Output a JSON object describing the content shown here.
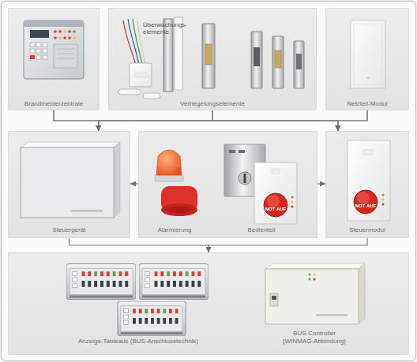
{
  "diagram": {
    "nodes": [
      {
        "text": [
          "Brandmelderzentrale"
        ]
      },
      {
        "text": [
          "Verriegelungselemente"
        ]
      },
      {
        "text": [
          "Netzteil-Modul"
        ]
      },
      {
        "text": [
          "Steuergerät"
        ]
      },
      {
        "text": [
          "Alarmierung",
          "Bedienteil"
        ]
      },
      {
        "text": [
          "Steuermodul"
        ]
      },
      {
        "text": [
          "Anzeige-Tableaus (BUS-Anschlusstechnik)",
          "BUS-Controller (WINMAG-Anbindung)"
        ]
      }
    ],
    "edges": [
      {
        "from": 0,
        "to": 3,
        "arrow": "to"
      },
      {
        "from": 0,
        "to": 5,
        "arrow": "to"
      },
      {
        "from": 1,
        "to": 3,
        "arrow": "to"
      },
      {
        "from": 1,
        "to": 5,
        "arrow": "to"
      },
      {
        "from": 2,
        "to": 3,
        "arrow": "to"
      },
      {
        "from": 2,
        "to": 5,
        "arrow": "to"
      },
      {
        "from": 4,
        "to": 3,
        "arrow": "to"
      },
      {
        "from": 4,
        "to": 5,
        "arrow": "to"
      },
      {
        "from": 3,
        "to": 6,
        "arrow": "to"
      },
      {
        "from": 5,
        "to": 6,
        "arrow": "to"
      }
    ],
    "labels": [
      "Überwachungs- elemente",
      "NOT AUF",
      "NOT AUF"
    ]
  }
}
